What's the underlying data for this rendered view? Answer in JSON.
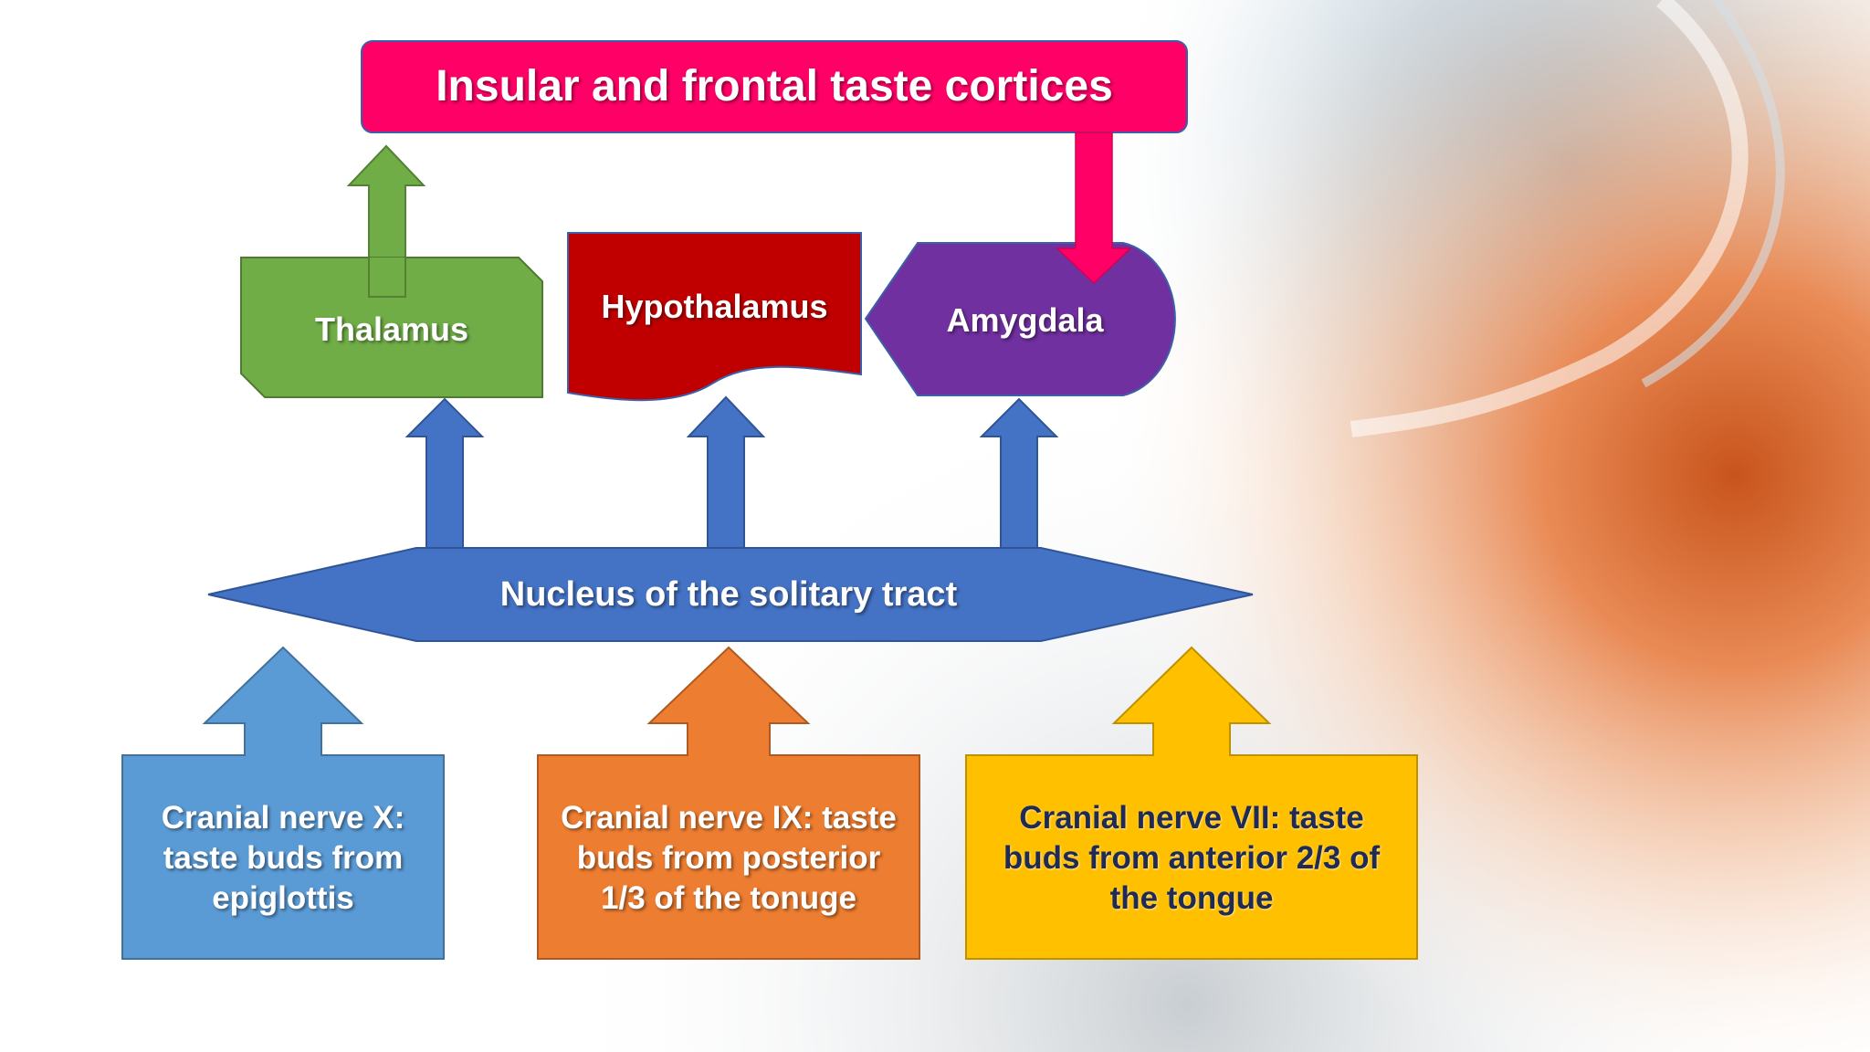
{
  "diagram": {
    "title": "Insular and frontal taste cortices",
    "thalamus": "Thalamus",
    "hypothalamus": "Hypothalamus",
    "amygdala": "Amygdala",
    "nucleus": "Nucleus of the solitary tract",
    "cn_x": "Cranial nerve X: taste buds from epiglottis",
    "cn_ix": "Cranial nerve IX: taste buds from posterior 1/3 of the tonuge",
    "cn_vii": "Cranial nerve VII: taste buds from anterior 2/3 of the tongue"
  },
  "colors": {
    "title_fill": "#ff0066",
    "thalamus_fill": "#70ad47",
    "hypothalamus_fill": "#c00000",
    "amygdala_fill": "#7030a0",
    "nucleus_fill": "#4472c4",
    "cn_x_fill": "#5b9bd5",
    "cn_ix_fill": "#ed7d31",
    "cn_vii_fill": "#ffc000"
  }
}
